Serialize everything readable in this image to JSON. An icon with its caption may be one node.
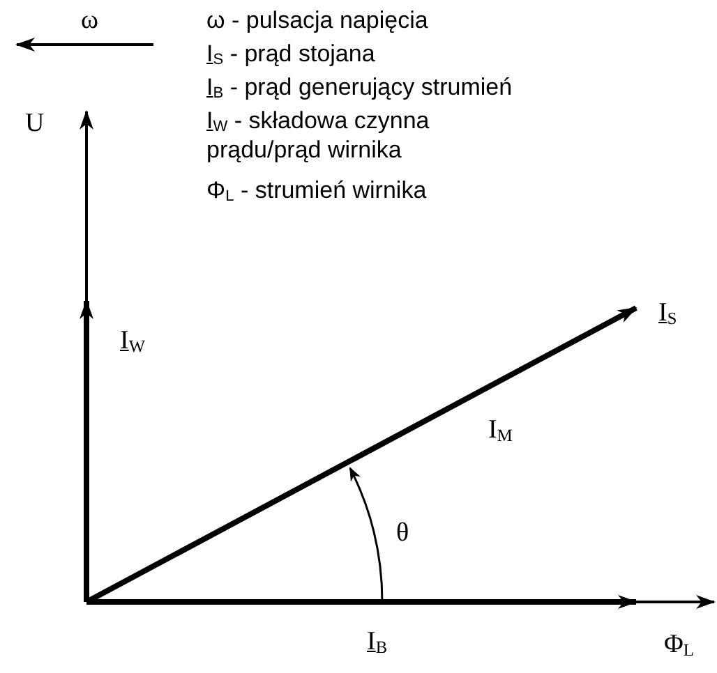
{
  "diagram": {
    "labels": [
      "ω",
      "ω - pulsacja napięcia",
      "I$_{S}$ - prąd stojana",
      "I$_{B}$ - prąd generujący strumień",
      "I$_{W}$ - składowa czynna prądu/prąd wirnika",
      "Φ$_{L}$ - strumień wirnika",
      "U",
      "I$_{W}$",
      "I$_{S}$",
      "I$_{M}$",
      "θ",
      "I$_{B}$",
      "Φ$_{L}$"
    ]
  }
}
